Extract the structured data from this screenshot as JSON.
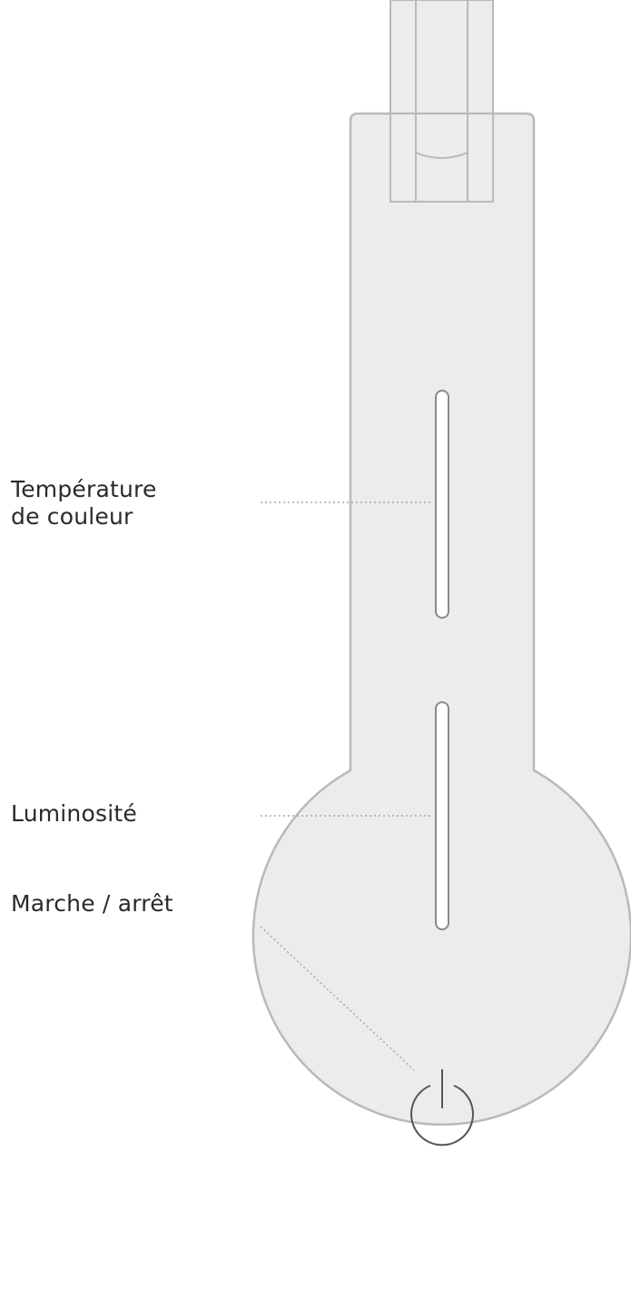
{
  "callouts": {
    "color_temperature": {
      "line1": "Température",
      "line2": "de couleur"
    },
    "brightness": {
      "label": "Luminosité"
    },
    "power": {
      "label": "Marche / arrêt"
    }
  },
  "icons": {
    "power_button": "power-icon"
  },
  "colors": {
    "lamp_fill": "#ececec",
    "lamp_stroke": "#b9b9b9",
    "slot_fill": "#ffffff",
    "slot_stroke": "#8a8a8a",
    "leader_line": "#a8a8a8",
    "text": "#2a2a2a"
  }
}
